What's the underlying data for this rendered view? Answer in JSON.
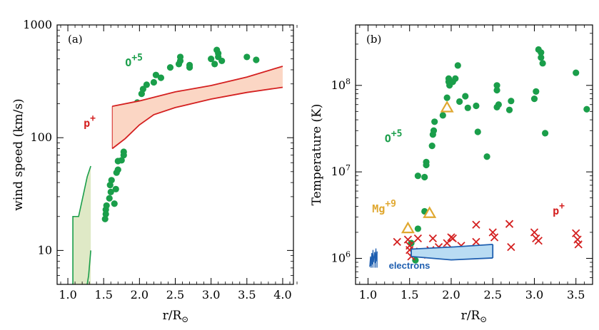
{
  "colors": {
    "o5": "#1a9e4a",
    "proton": "#d42020",
    "proton_fill": "#fbd6c4",
    "mg": "#e0a830",
    "electron": "#1f5fb0",
    "electron_fill": "#b9dcf3",
    "green_band_fill": "#dfe9c6",
    "green_band_line": "#1a9e4a"
  },
  "chart_data": [
    {
      "type": "scatter",
      "panel_label": "(a)",
      "ylabel": "wind speed (km/s)",
      "xlabel_main": "r/R",
      "xlabel_sub": "⊙",
      "xlim": [
        0.85,
        4.15
      ],
      "ylim": [
        5,
        1000
      ],
      "yscale": "log",
      "x_ticks": [
        "1.0",
        "1.5",
        "2.0",
        "2.5",
        "3.0",
        "3.5",
        "4.0"
      ],
      "x_tick_values": [
        1.0,
        1.5,
        2.0,
        2.5,
        3.0,
        3.5,
        4.0
      ],
      "y_ticks": [
        "10",
        "100",
        "1000"
      ],
      "y_tick_values": [
        10,
        100,
        1000
      ],
      "annotations": [
        {
          "text_main": "O",
          "text_sup": "+5",
          "x": 1.8,
          "y": 430,
          "color_key": "o5"
        },
        {
          "text_main": "p",
          "text_sup": "+",
          "x": 1.22,
          "y": 125,
          "color_key": "proton"
        }
      ],
      "series": [
        {
          "name": "O+5",
          "kind": "points",
          "color_key": "o5",
          "points": [
            [
              1.52,
              19
            ],
            [
              1.53,
              21
            ],
            [
              1.53,
              23
            ],
            [
              1.54,
              25
            ],
            [
              1.58,
              29
            ],
            [
              1.6,
              33
            ],
            [
              1.59,
              38
            ],
            [
              1.61,
              42
            ],
            [
              1.65,
              26
            ],
            [
              1.67,
              35
            ],
            [
              1.68,
              49
            ],
            [
              1.7,
              52
            ],
            [
              1.7,
              62
            ],
            [
              1.75,
              63
            ],
            [
              1.78,
              75
            ],
            [
              1.78,
              70
            ],
            [
              1.8,
              110
            ],
            [
              1.85,
              182
            ],
            [
              1.9,
              150
            ],
            [
              1.97,
              205
            ],
            [
              2.03,
              245
            ],
            [
              2.05,
              270
            ],
            [
              2.1,
              295
            ],
            [
              2.2,
              310
            ],
            [
              2.23,
              360
            ],
            [
              2.3,
              340
            ],
            [
              2.43,
              420
            ],
            [
              2.55,
              450
            ],
            [
              2.57,
              520
            ],
            [
              2.57,
              480
            ],
            [
              2.7,
              440
            ],
            [
              2.7,
              420
            ],
            [
              3.0,
              500
            ],
            [
              3.05,
              450
            ],
            [
              3.08,
              600
            ],
            [
              3.1,
              560
            ],
            [
              3.1,
              520
            ],
            [
              3.15,
              480
            ],
            [
              3.5,
              520
            ],
            [
              3.63,
              490
            ]
          ]
        },
        {
          "name": "p+",
          "kind": "band",
          "color_key": "proton",
          "fill_key": "proton_fill",
          "upper": [
            [
              1.62,
              190
            ],
            [
              2.0,
              212
            ],
            [
              2.5,
              255
            ],
            [
              3.0,
              290
            ],
            [
              3.5,
              345
            ],
            [
              4.0,
              430
            ]
          ],
          "lower": [
            [
              1.62,
              80
            ],
            [
              1.8,
              98
            ],
            [
              2.0,
              130
            ],
            [
              2.2,
              160
            ],
            [
              2.5,
              185
            ],
            [
              3.0,
              220
            ],
            [
              3.5,
              252
            ],
            [
              4.0,
              280
            ]
          ]
        },
        {
          "name": "",
          "kind": "green-band",
          "color_key": "green_band_line",
          "fill_key": "green_band_fill",
          "upper": [
            [
              1.07,
              20
            ],
            [
              1.15,
              20
            ],
            [
              1.22,
              32
            ],
            [
              1.27,
              45
            ],
            [
              1.32,
              56
            ]
          ],
          "lower": [
            [
              1.27,
              5
            ],
            [
              1.29,
              6
            ],
            [
              1.32,
              10
            ]
          ]
        }
      ]
    },
    {
      "type": "scatter",
      "panel_label": "(b)",
      "ylabel": "Temperature (K)",
      "xlabel_main": "r/R",
      "xlabel_sub": "⊙",
      "xlim": [
        0.85,
        3.7
      ],
      "ylim": [
        500000,
        500000000
      ],
      "yscale": "log",
      "x_ticks": [
        "1.0",
        "1.5",
        "2.0",
        "2.5",
        "3.0",
        "3.5"
      ],
      "x_tick_values": [
        1.0,
        1.5,
        2.0,
        2.5,
        3.0,
        3.5
      ],
      "y_ticks": [
        {
          "base": "10",
          "exp": "6"
        },
        {
          "base": "10",
          "exp": "7"
        },
        {
          "base": "10",
          "exp": "8"
        }
      ],
      "y_tick_values": [
        1000000,
        10000000,
        100000000
      ],
      "annotations": [
        {
          "text_main": "O",
          "text_sup": "+5",
          "x": 1.2,
          "y": 22000000,
          "color_key": "o5"
        },
        {
          "text_main": "Mg",
          "text_sup": "+9",
          "x": 1.05,
          "y": 3400000,
          "color_key": "mg"
        },
        {
          "text_main": "p",
          "text_sup": "+",
          "x": 3.22,
          "y": 3200000,
          "color_key": "proton"
        },
        {
          "text_main": "electrons",
          "text_sup": "",
          "x": 1.25,
          "y": 760000,
          "color_key": "electron",
          "small": true
        }
      ],
      "series": [
        {
          "name": "O+5",
          "kind": "points",
          "color_key": "o5",
          "points": [
            [
              1.52,
              1500000
            ],
            [
              1.57,
              950000
            ],
            [
              1.58,
              1150000
            ],
            [
              1.6,
              2200000
            ],
            [
              1.6,
              9000000
            ],
            [
              1.68,
              8700000
            ],
            [
              1.68,
              3500000
            ],
            [
              1.7,
              12000000
            ],
            [
              1.7,
              13000000
            ],
            [
              1.77,
              20000000
            ],
            [
              1.78,
              27000000
            ],
            [
              1.79,
              30000000
            ],
            [
              1.8,
              38000000
            ],
            [
              1.9,
              45000000
            ],
            [
              1.95,
              72000000
            ],
            [
              1.97,
              110000000
            ],
            [
              1.97,
              120000000
            ],
            [
              1.98,
              100000000
            ],
            [
              2.02,
              110000000
            ],
            [
              2.05,
              120000000
            ],
            [
              2.08,
              170000000
            ],
            [
              2.1,
              65000000
            ],
            [
              2.17,
              75000000
            ],
            [
              2.2,
              55000000
            ],
            [
              2.3,
              58000000
            ],
            [
              2.32,
              29000000
            ],
            [
              2.43,
              15000000
            ],
            [
              2.55,
              100000000
            ],
            [
              2.55,
              88000000
            ],
            [
              2.57,
              60000000
            ],
            [
              2.55,
              56000000
            ],
            [
              2.7,
              52000000
            ],
            [
              2.72,
              66000000
            ],
            [
              3.0,
              70000000
            ],
            [
              3.02,
              85000000
            ],
            [
              3.05,
              260000000
            ],
            [
              3.08,
              240000000
            ],
            [
              3.08,
              210000000
            ],
            [
              3.1,
              180000000
            ],
            [
              3.13,
              28000000
            ],
            [
              3.5,
              140000000
            ],
            [
              3.63,
              53000000
            ]
          ]
        },
        {
          "name": "Mg+9",
          "kind": "triangles",
          "color_key": "mg",
          "points": [
            [
              1.48,
              2200000
            ],
            [
              1.74,
              3300000
            ],
            [
              1.95,
              55000000
            ]
          ]
        },
        {
          "name": "p+",
          "kind": "crosses",
          "color_key": "proton",
          "points": [
            [
              1.35,
              1550000
            ],
            [
              1.48,
              1650000
            ],
            [
              1.5,
              1400000
            ],
            [
              1.5,
              1250000
            ],
            [
              1.52,
              1050000
            ],
            [
              1.55,
              1200000
            ],
            [
              1.6,
              1700000
            ],
            [
              1.65,
              1150000
            ],
            [
              1.72,
              1100000
            ],
            [
              1.75,
              1250000
            ],
            [
              1.78,
              1700000
            ],
            [
              1.85,
              1350000
            ],
            [
              1.9,
              1250000
            ],
            [
              1.95,
              1500000
            ],
            [
              2.0,
              1750000
            ],
            [
              2.02,
              1700000
            ],
            [
              2.12,
              1400000
            ],
            [
              2.3,
              2450000
            ],
            [
              2.3,
              1550000
            ],
            [
              2.5,
              2000000
            ],
            [
              2.52,
              1750000
            ],
            [
              2.7,
              2500000
            ],
            [
              2.72,
              1350000
            ],
            [
              3.0,
              2000000
            ],
            [
              3.02,
              1700000
            ],
            [
              3.05,
              1600000
            ],
            [
              3.5,
              1950000
            ],
            [
              3.52,
              1650000
            ],
            [
              3.53,
              1450000
            ]
          ]
        },
        {
          "name": "electrons",
          "kind": "band",
          "color_key": "electron",
          "fill_key": "electron_fill",
          "upper": [
            [
              1.52,
              1280000
            ],
            [
              2.0,
              1350000
            ],
            [
              2.5,
              1450000
            ]
          ],
          "lower": [
            [
              1.52,
              1050000
            ],
            [
              2.0,
              960000
            ],
            [
              2.5,
              1010000
            ]
          ]
        },
        {
          "name": "",
          "kind": "spiky",
          "color_key": "electron",
          "points": [
            [
              1.02,
              800000
            ],
            [
              1.03,
              1050000
            ],
            [
              1.035,
              820000
            ],
            [
              1.045,
              1150000
            ],
            [
              1.05,
              850000
            ],
            [
              1.06,
              1250000
            ],
            [
              1.065,
              900000
            ],
            [
              1.08,
              1180000
            ],
            [
              1.085,
              880000
            ],
            [
              1.095,
              1300000
            ],
            [
              1.1,
              920000
            ],
            [
              1.11,
              1200000
            ]
          ]
        }
      ]
    }
  ]
}
